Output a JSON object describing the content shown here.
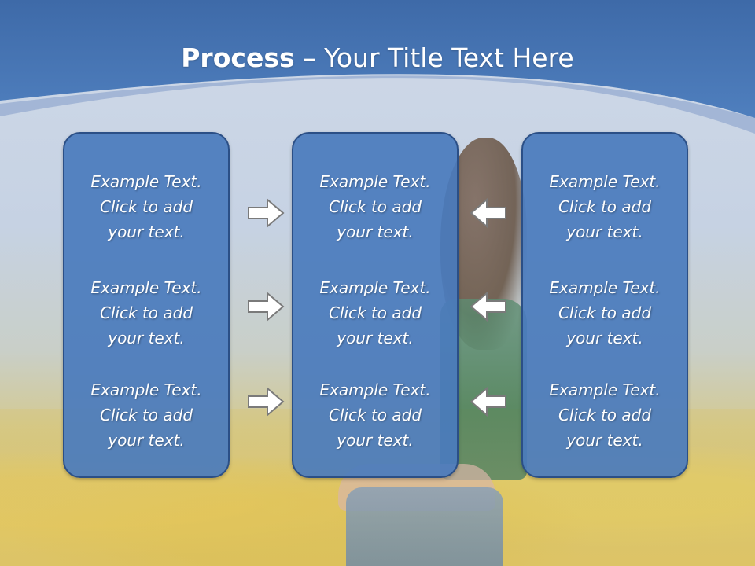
{
  "slide": {
    "title_bold": "Process",
    "title_rest": " – Your Title Text Here"
  },
  "columns": [
    {
      "items": [
        "Example Text.\nClick  to add\nyour text.",
        "Example Text.\nClick  to add\nyour text.",
        "Example Text.\nClick  to add\nyour text."
      ]
    },
    {
      "items": [
        "Example Text.\nClick  to add\nyour text.",
        "Example Text.\nClick  to add\nyour text.",
        "Example Text.\nClick  to add\nyour text."
      ]
    },
    {
      "items": [
        "Example Text.\nClick  to add\nyour text.",
        "Example Text.\nClick  to add\nyour text.",
        "Example Text.\nClick  to add\nyour text."
      ]
    }
  ],
  "icons": {
    "left_arrows": "arrow-right-icon",
    "right_arrows": "arrow-left-icon"
  },
  "colors": {
    "header": "#4a76b2",
    "box_fill": "#4a7bbd",
    "box_border": "#2b4f86",
    "text": "#ffffff"
  }
}
